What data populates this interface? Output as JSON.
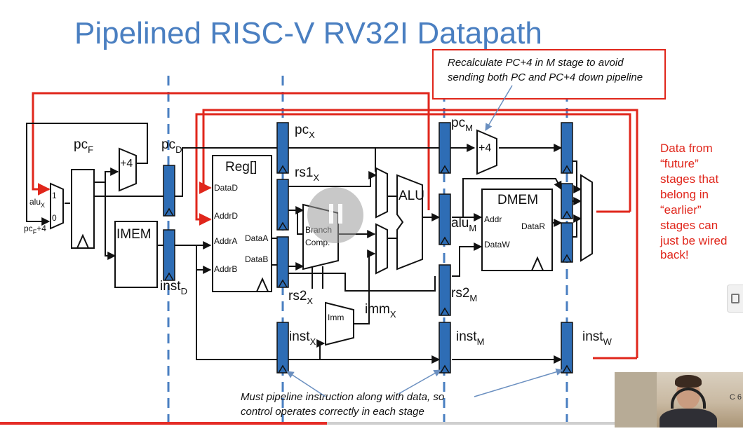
{
  "slide": {
    "title": "Pipelined RISC-V RV32I Datapath",
    "labels": {
      "pcF": "pc",
      "pcF_sub": "F",
      "pcD": "pc",
      "pcD_sub": "D",
      "pcX": "pc",
      "pcX_sub": "X",
      "pcM": "pc",
      "pcM_sub": "M",
      "rs1X": "rs1",
      "rs1X_sub": "X",
      "rs2X": "rs2",
      "rs2X_sub": "X",
      "rs2M": "rs2",
      "rs2M_sub": "M",
      "aluM": "alu",
      "aluM_sub": "M",
      "immX": "imm",
      "immX_sub": "X",
      "instD": "inst",
      "instD_sub": "D",
      "instX": "inst",
      "instX_sub": "X",
      "instM": "inst",
      "instM_sub": "M",
      "instW": "inst",
      "instW_sub": "W",
      "aluX_mux": "alu",
      "aluX_mux_sub": "X",
      "pcF4_mux": "pc",
      "pcF4_mux_sub": "F",
      "pcF4_mux_suffix": "+4",
      "mux_one": "1",
      "mux_zero": "0",
      "plus4_f": "+4",
      "plus4_m": "+4"
    },
    "blocks": {
      "imem": "IMEM",
      "reg_title": "Reg[]",
      "reg_dataD": "DataD",
      "reg_addrD": "AddrD",
      "reg_addrA": "AddrA",
      "reg_addrB": "AddrB",
      "reg_dataA": "DataA",
      "reg_dataB": "DataB",
      "branch_line1": "Branch",
      "branch_line2": "Comp.",
      "alu": "ALU",
      "imm": "Imm",
      "dmem_title": "DMEM",
      "dmem_addr": "Addr",
      "dmem_dataR": "DataR",
      "dmem_dataW": "DataW"
    },
    "callout_top": {
      "line1": "Recalculate PC+4 in M stage to avoid",
      "line2": "sending both PC and PC+4 down pipeline"
    },
    "note_right": [
      "Data from",
      "“future”",
      "stages that",
      "belong in",
      "“earlier”",
      "stages can",
      "just be wired",
      "back!"
    ],
    "note_bottom": {
      "line1": "Must pipeline instruction along with data, so",
      "line2": "control operates correctly in each stage"
    }
  },
  "player": {
    "progress_fraction": 0.44,
    "progress_color": "#e52d27",
    "webcam_text": "C 6"
  },
  "colors": {
    "title": "#4a7fc1",
    "pipeline_register": "#2e6db5",
    "stage_divider": "#4a7fc1",
    "feedback_wire": "#e0261b",
    "callout_border": "#e0261b"
  }
}
